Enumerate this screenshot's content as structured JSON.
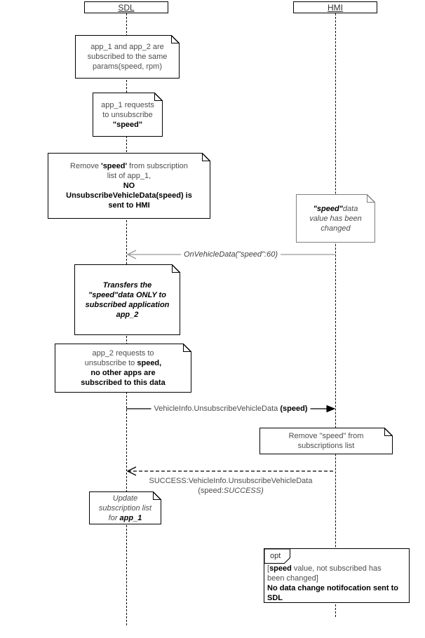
{
  "participants": {
    "sdl": {
      "label": "SDL"
    },
    "hmi": {
      "label": "HMI"
    }
  },
  "notes": {
    "subscribed_params": {
      "segments": [
        {
          "t": "app_1 and app_2 are"
        },
        {
          "br": true
        },
        {
          "t": "subscribed to the same"
        },
        {
          "br": true
        },
        {
          "t": "params(speed, rpm)"
        }
      ]
    },
    "app1_unsubscribe": {
      "segments": [
        {
          "t": "app_1 requests"
        },
        {
          "br": true
        },
        {
          "t": "to unsubscribe"
        },
        {
          "br": true
        },
        {
          "t": "\"speed\"",
          "b": true
        }
      ]
    },
    "remove_speed_app1": {
      "segments": [
        {
          "t": "Remove "
        },
        {
          "t": "'speed'",
          "b": true
        },
        {
          "t": " from subscription"
        },
        {
          "br": true
        },
        {
          "t": "list of app_1,"
        },
        {
          "br": true
        },
        {
          "t": "NO",
          "b": true
        },
        {
          "br": true
        },
        {
          "t": "UnsubscribeVehicleData(speed) is",
          "b": true
        },
        {
          "br": true
        },
        {
          "t": "sent to HMI",
          "b": true
        }
      ]
    },
    "speed_changed": {
      "segments": [
        {
          "t": "\"speed\"",
          "b": true,
          "i": true
        },
        {
          "t": "data",
          "i": true
        },
        {
          "br": true
        },
        {
          "t": "value has been",
          "i": true
        },
        {
          "br": true
        },
        {
          "t": "changed",
          "i": true
        }
      ]
    },
    "transfers_speed": {
      "segments": [
        {
          "t": "Transfers the",
          "b": true,
          "i": true
        },
        {
          "br": true
        },
        {
          "t": "\"speed\"data ONLY to",
          "b": true,
          "i": true
        },
        {
          "br": true
        },
        {
          "t": "subscribed application",
          "b": true,
          "i": true
        },
        {
          "br": true
        },
        {
          "t": "app_2",
          "b": true,
          "i": true
        }
      ]
    },
    "app2_unsubscribe": {
      "segments": [
        {
          "t": "app_2 requests to"
        },
        {
          "br": true
        },
        {
          "t": "unsubscribe to "
        },
        {
          "t": "speed,",
          "b": true
        },
        {
          "br": true
        },
        {
          "t": "no other apps are",
          "b": true
        },
        {
          "br": true
        },
        {
          "t": "subscribed to this data",
          "b": true
        }
      ]
    },
    "remove_speed_subs": {
      "segments": [
        {
          "t": "Remove \"speed\" from"
        },
        {
          "br": true
        },
        {
          "t": "subscriptions list"
        }
      ]
    },
    "update_subscription": {
      "segments": [
        {
          "t": "Update",
          "i": true
        },
        {
          "br": true
        },
        {
          "t": "subscription list",
          "i": true
        },
        {
          "br": true
        },
        {
          "t": "for ",
          "i": true
        },
        {
          "t": "app_1",
          "b": true,
          "i": true
        }
      ]
    }
  },
  "messages": {
    "on_vehicle_data": {
      "segments": [
        {
          "t": "OnVehicleData(\"speed\":60)",
          "i": true
        }
      ]
    },
    "unsubscribe_request": {
      "segments": [
        {
          "t": "VehicleInfo.UnsubscribeVehicleData "
        },
        {
          "t": "(speed)",
          "b": true
        }
      ]
    },
    "unsubscribe_response": {
      "segments": [
        {
          "t": "SUCCESS:VehicleInfo.UnsubscribeVehicleData"
        },
        {
          "br": true
        },
        {
          "t": "(speed:"
        },
        {
          "t": "SUCCESS)",
          "i": true
        }
      ]
    }
  },
  "opt_fragment": {
    "tab_label": "opt",
    "segments": [
      {
        "t": "["
      },
      {
        "t": "speed",
        "b": true
      },
      {
        "t": " value, not subscribed has"
      },
      {
        "br": true
      },
      {
        "t": "been changed]"
      },
      {
        "br": true
      },
      {
        "t": "No data change notifocation sent to",
        "b": true
      },
      {
        "br": true
      },
      {
        "t": "SDL",
        "b": true
      }
    ]
  },
  "colors": {
    "async_message": "#999999",
    "message": "#000000",
    "note_border": "#000000",
    "note_border_gray": "#808080",
    "text_regular": "#4d4d4d",
    "text_bold": "#000000"
  }
}
